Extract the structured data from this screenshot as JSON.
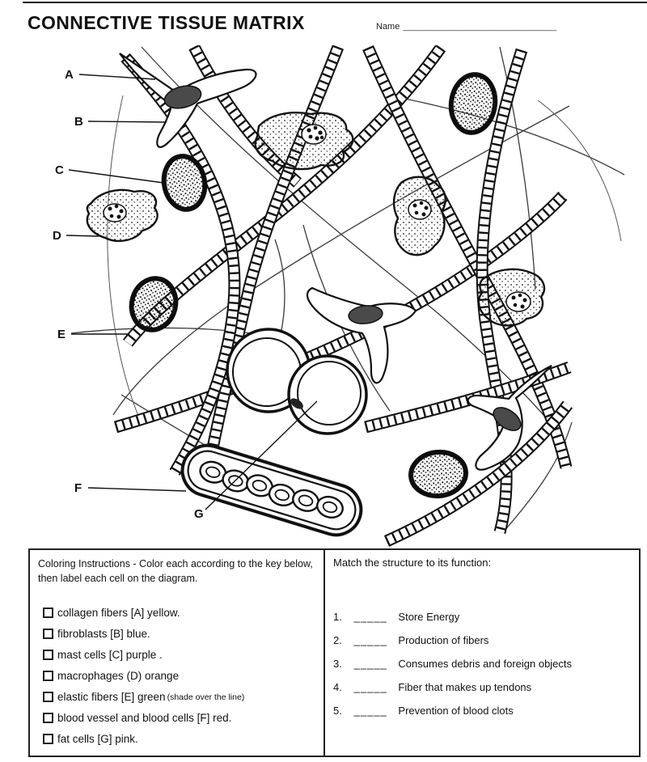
{
  "header": {
    "title": "CONNECTIVE TISSUE MATRIX",
    "name_label": "Name",
    "name_line": "_______________________________"
  },
  "diagram": {
    "labels": [
      {
        "letter": "A"
      },
      {
        "letter": "B"
      },
      {
        "letter": "C"
      },
      {
        "letter": "D"
      },
      {
        "letter": "E"
      },
      {
        "letter": "F"
      },
      {
        "letter": "G"
      }
    ]
  },
  "coloring": {
    "heading": "Coloring Instructions -  Color each according to the key below, then label each cell on the diagram.",
    "items": [
      {
        "text": "collagen fibers [A] yellow."
      },
      {
        "text": "fibroblasts [B] blue."
      },
      {
        "text": "mast cells [C] purple ."
      },
      {
        "text": "macrophages (D) orange"
      },
      {
        "text": "elastic fibers [E] green",
        "note": "(shade over the line)"
      },
      {
        "text": "blood vessel and blood cells [F] red."
      },
      {
        "text": "fat cells [G] pink."
      }
    ]
  },
  "matching": {
    "heading": "Match the structure to its function:",
    "items": [
      {
        "number": "1.",
        "blank": "_____",
        "text": "Store Energy"
      },
      {
        "number": "2.",
        "blank": "_____",
        "text": "Production of fibers"
      },
      {
        "number": "3.",
        "blank": "_____",
        "text": "Consumes debris and foreign objects"
      },
      {
        "number": "4.",
        "blank": "_____",
        "text": "Fiber that makes up tendons"
      },
      {
        "number": "5.",
        "blank": "_____",
        "text": "Prevention of blood clots"
      }
    ]
  }
}
